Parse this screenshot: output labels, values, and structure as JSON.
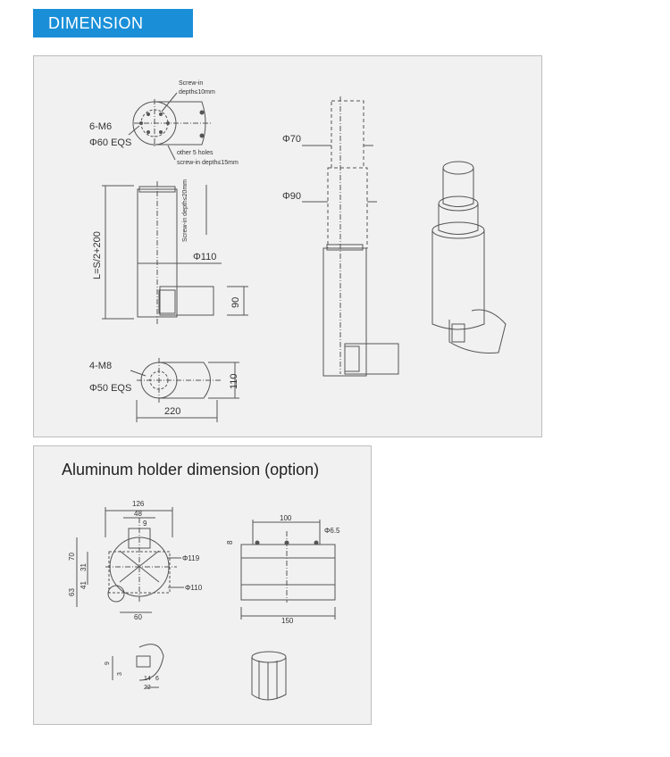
{
  "header": {
    "title": "DIMENSION"
  },
  "top_panel": {
    "screw_note_1": "Screw-in",
    "screw_note_2": "depth≤10mm",
    "other_holes_1": "other 5 holes",
    "other_holes_2": "screw-in depth≤15mm",
    "top_thread": "6-M6",
    "top_eqs": "Φ60  EQS",
    "length_label": "L=S/2+200",
    "screw_vertical": "Screw-in depth≤20mm",
    "dia_110": "Φ110",
    "dim_90": "90",
    "bottom_thread": "4-M8",
    "bottom_eqs": "Φ50  EQS",
    "dim_110": "110",
    "dim_220": "220",
    "dia_70": "Φ70",
    "dia_90": "Φ90"
  },
  "bottom_panel": {
    "title": "Aluminum holder dimension (option)",
    "d126": "126",
    "d48": "48",
    "d9": "9",
    "d70": "70",
    "d31": "31",
    "d41": "41",
    "d63": "63",
    "phi119": "Φ119",
    "phi110": "Φ110",
    "d60": "60",
    "d100": "100",
    "d8": "8",
    "phi65": "Φ6.5",
    "d150": "150",
    "small_9": "9",
    "small_3": "3",
    "small_14": "14",
    "small_22": "22",
    "small_6": "6"
  }
}
